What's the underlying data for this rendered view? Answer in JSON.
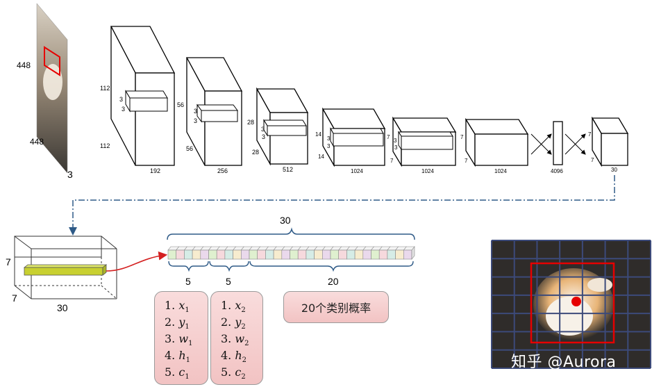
{
  "input": {
    "height": "448",
    "width": "448",
    "channels": "3"
  },
  "blocks": [
    {
      "depth": "192",
      "kh": "3",
      "kw": "3",
      "side": "112",
      "front": "112"
    },
    {
      "depth": "256",
      "kh": "3",
      "kw": "3",
      "side": "56",
      "front": "56"
    },
    {
      "depth": "512",
      "kh": "3",
      "kw": "3",
      "side": "28",
      "front": "28"
    },
    {
      "depth": "1024",
      "kh": "3",
      "kw": "3",
      "side": "14",
      "front": "14"
    },
    {
      "depth": "1024",
      "kh": "3",
      "kw": "3",
      "side": "7",
      "front": "7"
    },
    {
      "depth": "1024",
      "side": "7",
      "front": "7"
    }
  ],
  "fc": {
    "size": "4096"
  },
  "output": {
    "side": "7",
    "front": "7",
    "depth": "30"
  },
  "grid_tensor": {
    "h": "7",
    "w": "7",
    "depth": "30"
  },
  "vector": {
    "total": "30",
    "seg1": "5",
    "seg2": "5",
    "seg3": "20"
  },
  "box1": {
    "n1": "1.",
    "v1": "x",
    "s1": "1",
    "n2": "2.",
    "v2": "y",
    "s2": "1",
    "n3": "3.",
    "v3": "w",
    "s3": "1",
    "n4": "4.",
    "v4": "h",
    "s4": "1",
    "n5": "5.",
    "v5": "c",
    "s5": "1"
  },
  "box2": {
    "n1": "1.",
    "v1": "x",
    "s1": "2",
    "n2": "2.",
    "v2": "y",
    "s2": "2",
    "n3": "3.",
    "v3": "w",
    "s3": "2",
    "n4": "4.",
    "v4": "h",
    "s4": "2",
    "n5": "5.",
    "v5": "c",
    "s5": "2"
  },
  "probabilities": "20个类别概率",
  "watermark": "知乎 @Aurora",
  "colors": {
    "accent_red": "#e60000",
    "arrow_red": "#d42020",
    "dash_blue": "#2e5a87",
    "vector_bar": "#c8d030",
    "grid_line": "#3c4a7a"
  }
}
